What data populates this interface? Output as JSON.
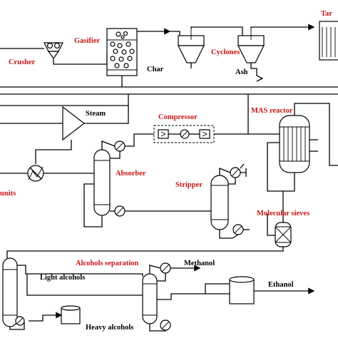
{
  "labels": {
    "crusher": "Crusher",
    "gasifier": "Gasifier",
    "cyclones": "Cyclones",
    "tar": "Tar",
    "char": "Char",
    "ash": "Ash",
    "steam": "Steam",
    "compressor": "Compressor",
    "mas_reactor": "MAS reactor",
    "absorber": "Absorber",
    "stripper": "Stripper",
    "units": "units",
    "molecular_sieves": "Molecular sieves",
    "alcohols_separation": "Alcohols separation",
    "methanol": "Methanol",
    "light_alcohols": "Light alcohols",
    "ethanol": "Ethanol",
    "heavy_alcohols": "Heavy alcohols"
  },
  "colors": {
    "equipment_label": "#c81414",
    "stream_label": "#000000",
    "line": "#000000"
  }
}
